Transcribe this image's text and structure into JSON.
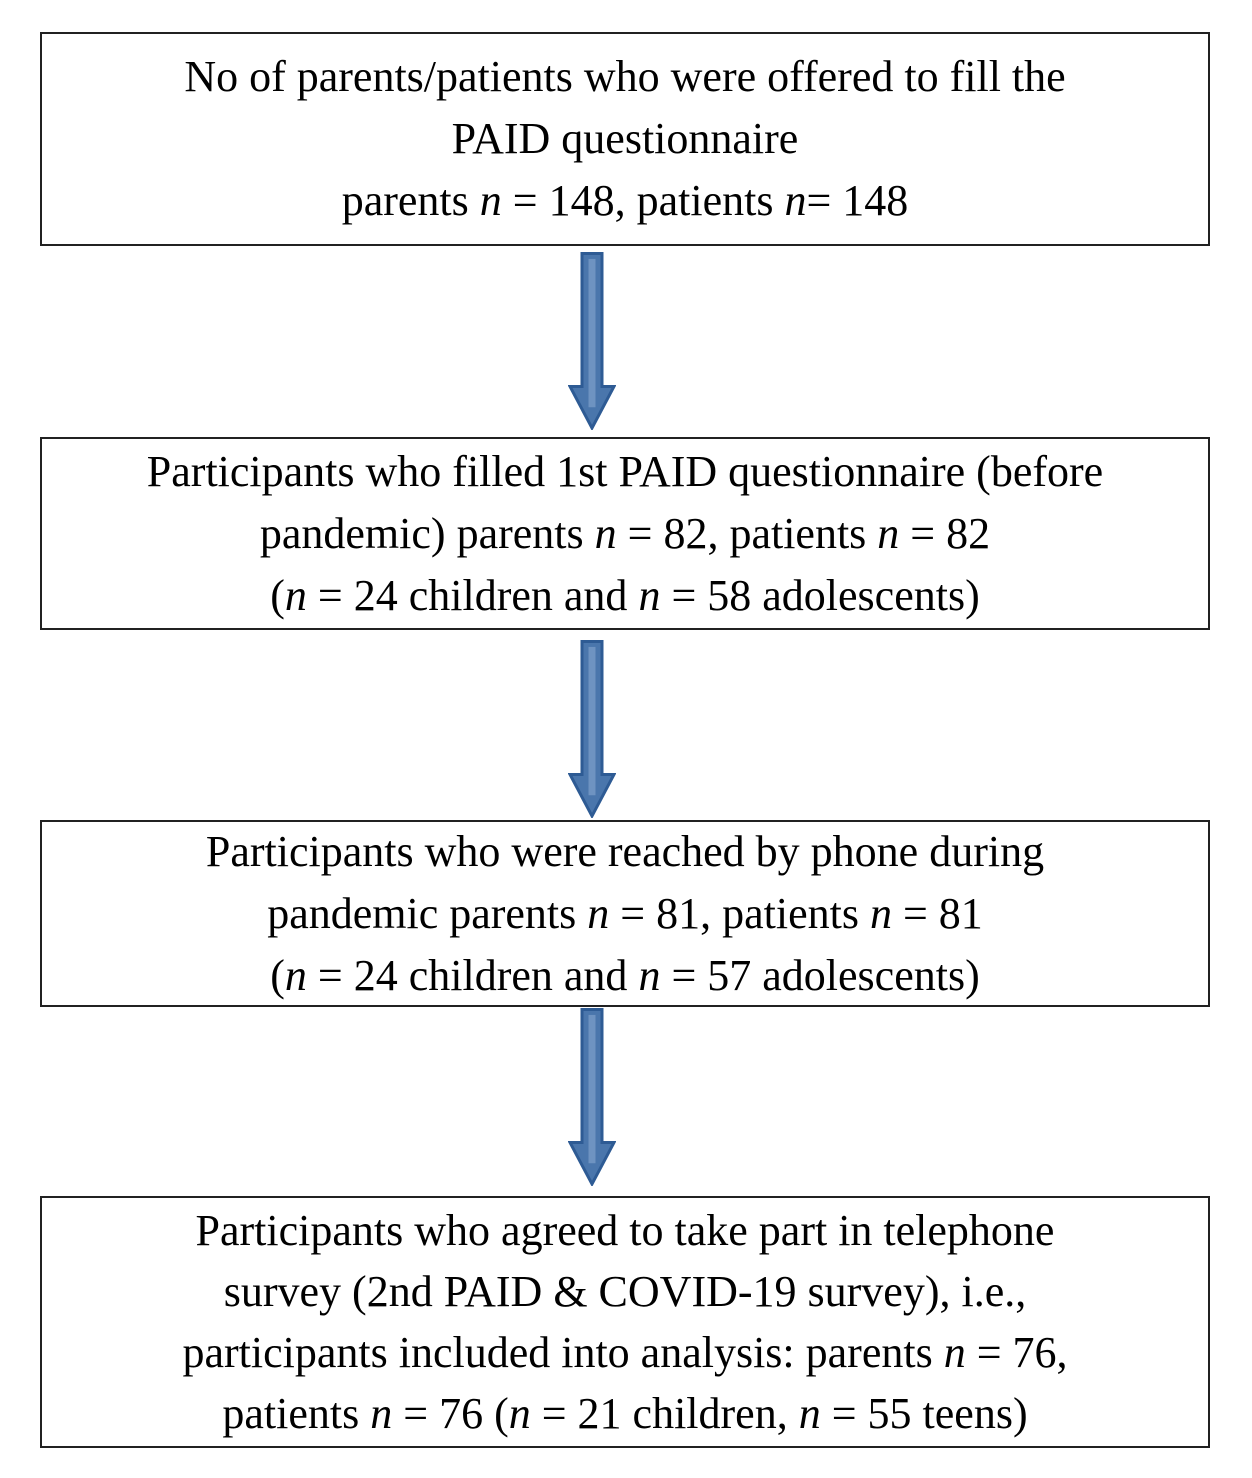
{
  "figure": {
    "type": "flowchart",
    "background": "#ffffff",
    "box_border_color": "#212121",
    "text_color": "#000000",
    "arrow": {
      "direction": "down",
      "fill": "#4A76AC",
      "stroke": "#2E5B94",
      "highlight": "#6E93C1"
    },
    "boxes": [
      {
        "id": "offered-questionnaire",
        "lines": [
          [
            {
              "t": "No of parents/patients who were offered to fill the"
            }
          ],
          [
            {
              "t": "PAID questionnaire"
            }
          ],
          [
            {
              "t": "parents "
            },
            {
              "t": "n",
              "i": true
            },
            {
              "t": " = 148, patients "
            },
            {
              "t": "n",
              "i": true
            },
            {
              "t": "= 148"
            }
          ]
        ]
      },
      {
        "id": "filled-first-paid",
        "lines": [
          [
            {
              "t": "Participants who filled 1st PAID questionnaire (before"
            }
          ],
          [
            {
              "t": "pandemic) parents "
            },
            {
              "t": "n",
              "i": true
            },
            {
              "t": " = 82, patients "
            },
            {
              "t": "n",
              "i": true
            },
            {
              "t": " = 82"
            }
          ],
          [
            {
              "t": "("
            },
            {
              "t": "n",
              "i": true
            },
            {
              "t": " = 24 children and "
            },
            {
              "t": "n",
              "i": true
            },
            {
              "t": " = 58 adolescents)"
            }
          ]
        ]
      },
      {
        "id": "reached-by-phone",
        "lines": [
          [
            {
              "t": "Participants who were reached by phone during"
            }
          ],
          [
            {
              "t": "pandemic parents "
            },
            {
              "t": "n",
              "i": true
            },
            {
              "t": " = 81, patients "
            },
            {
              "t": "n",
              "i": true
            },
            {
              "t": " = 81"
            }
          ],
          [
            {
              "t": "("
            },
            {
              "t": "n",
              "i": true
            },
            {
              "t": " = 24 children and "
            },
            {
              "t": "n",
              "i": true
            },
            {
              "t": " = 57 adolescents)"
            }
          ]
        ]
      },
      {
        "id": "included-in-analysis",
        "lines": [
          [
            {
              "t": "Participants who agreed to take part in telephone"
            }
          ],
          [
            {
              "t": "survey (2nd PAID & COVID-19 survey), i.e.,"
            }
          ],
          [
            {
              "t": "participants included into analysis: parents "
            },
            {
              "t": "n",
              "i": true
            },
            {
              "t": " = 76,"
            }
          ],
          [
            {
              "t": "patients "
            },
            {
              "t": "n",
              "i": true
            },
            {
              "t": " = 76 ("
            },
            {
              "t": "n",
              "i": true
            },
            {
              "t": " = 21 children, "
            },
            {
              "t": "n",
              "i": true
            },
            {
              "t": " = 55 teens)"
            }
          ]
        ]
      }
    ]
  }
}
